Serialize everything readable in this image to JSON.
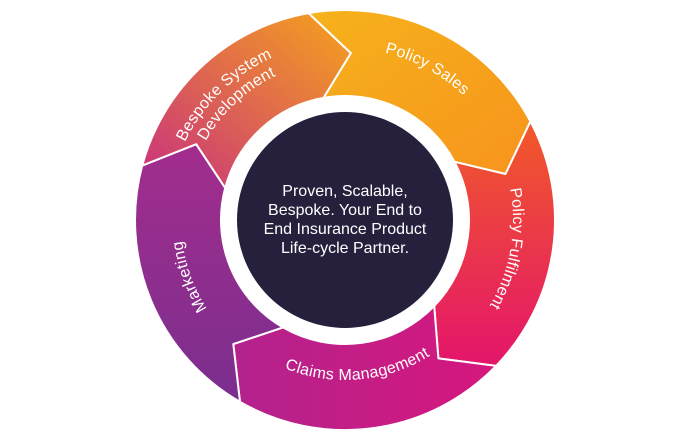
{
  "center": {
    "text": "Proven, Scalable, Bespoke. Your End to End Insurance Product Life-cycle Partner."
  },
  "segments": [
    {
      "label_lines": [
        "Policy Sales"
      ],
      "color_start": "#f6b21b",
      "color_end": "#f7941d"
    },
    {
      "label_lines": [
        "Policy Fulfilment"
      ],
      "color_start": "#f15a29",
      "color_end": "#e4156b"
    },
    {
      "label_lines": [
        "Claims Management"
      ],
      "color_start": "#d6177d",
      "color_end": "#b3228d"
    },
    {
      "label_lines": [
        "Marketing"
      ],
      "color_start": "#a22d8d",
      "color_end": "#7b2e8e"
    },
    {
      "label_lines": [
        "Bespoke System",
        "Development"
      ],
      "color_start": "#c8307f",
      "color_end": "#f6a21c"
    }
  ],
  "colors": {
    "center_fill": "#26203d",
    "inner_ring": "#ffffff"
  }
}
